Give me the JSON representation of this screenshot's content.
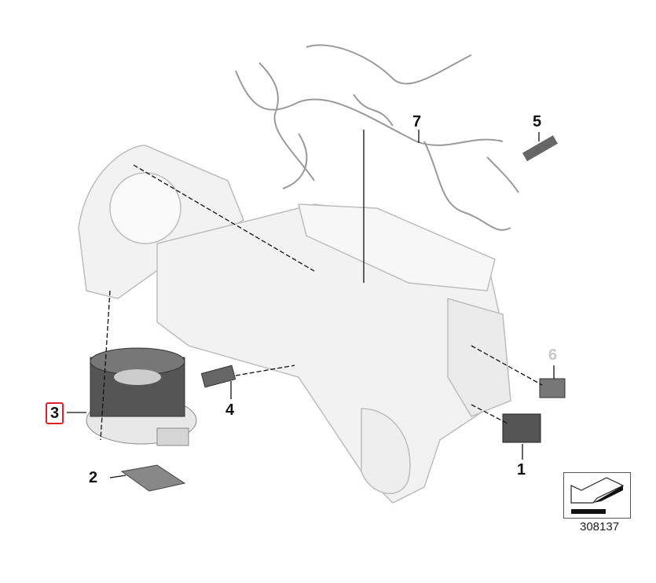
{
  "diagram": {
    "part_labels": [
      {
        "id": "1",
        "label": "1",
        "state": "normal"
      },
      {
        "id": "2",
        "label": "2",
        "state": "normal"
      },
      {
        "id": "3",
        "label": "3",
        "state": "selected"
      },
      {
        "id": "4",
        "label": "4",
        "state": "normal"
      },
      {
        "id": "5",
        "label": "5",
        "state": "normal"
      },
      {
        "id": "6",
        "label": "6",
        "state": "dimmed"
      },
      {
        "id": "7",
        "label": "7",
        "state": "normal"
      }
    ],
    "reference_number": "308137",
    "colors": {
      "highlight": "#e0202a",
      "housing": "#f2f2f2",
      "outline": "#bdbdbd",
      "dark_part": "#444444"
    }
  }
}
